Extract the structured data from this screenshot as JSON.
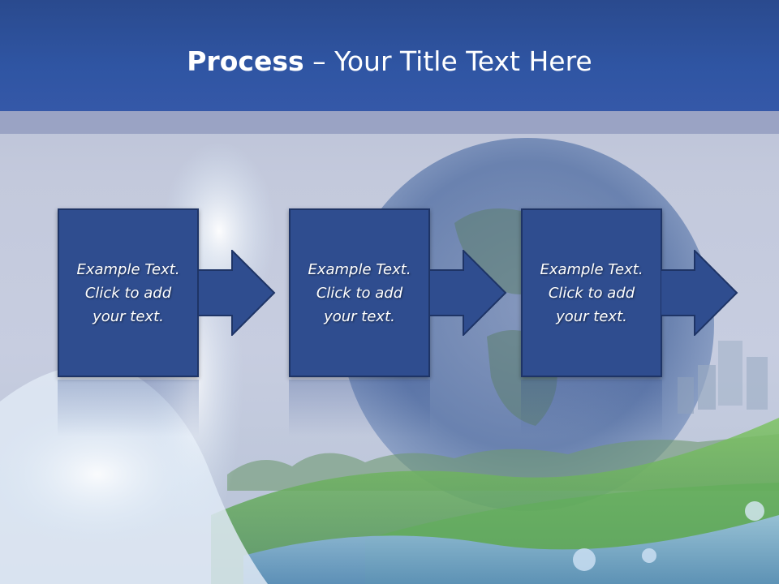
{
  "title": {
    "strong": "Process",
    "rest": " – Your Title Text Here"
  },
  "steps": [
    {
      "text": "Example Text.\nClick  to add\nyour text."
    },
    {
      "text": "Example Text.\nClick  to add\nyour text."
    },
    {
      "text": "Example Text.\nClick  to add\nyour text."
    }
  ],
  "colors": {
    "title_bar": "#2f55a3",
    "box_fill": "#2f4d8f",
    "box_border": "#1e3466",
    "band": "#9aa3c4"
  }
}
